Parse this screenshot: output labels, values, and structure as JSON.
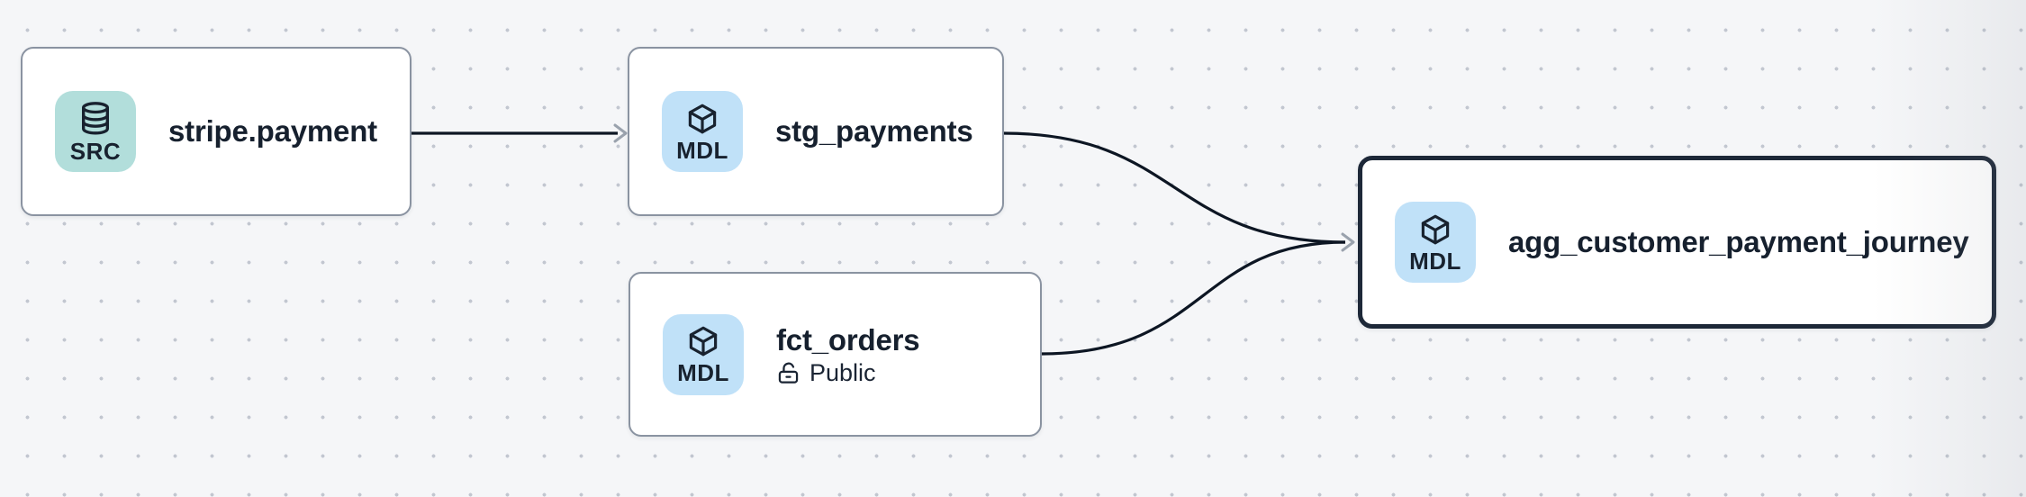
{
  "canvas": {
    "background_color": "#f5f6f8",
    "dot_color": "#c2c7d0",
    "edge_color": "#0d1623",
    "arrowhead_color": "#9aa2ad",
    "node_border_color": "#8a93a1",
    "selected_node_border_color": "#1d2838"
  },
  "nodes": [
    {
      "id": "stripe.payment",
      "title": "stripe.payment",
      "type": "source",
      "badge": {
        "label": "SRC",
        "icon": "database-icon",
        "color": "#b2dedb"
      },
      "selected": false
    },
    {
      "id": "stg_payments",
      "title": "stg_payments",
      "type": "model",
      "badge": {
        "label": "MDL",
        "icon": "cube-icon",
        "color": "#c0e1f8"
      },
      "selected": false
    },
    {
      "id": "fct_orders",
      "title": "fct_orders",
      "type": "model",
      "badge": {
        "label": "MDL",
        "icon": "cube-icon",
        "color": "#c0e1f8"
      },
      "access": {
        "icon": "unlock-icon",
        "label": "Public"
      },
      "selected": false
    },
    {
      "id": "agg_customer_payment_journey",
      "title": "agg_customer_payment_journey",
      "type": "model",
      "badge": {
        "label": "MDL",
        "icon": "cube-icon",
        "color": "#c0e1f8"
      },
      "selected": true
    }
  ],
  "edges": [
    {
      "source": "stripe.payment",
      "target": "stg_payments"
    },
    {
      "source": "stg_payments",
      "target": "agg_customer_payment_journey"
    },
    {
      "source": "fct_orders",
      "target": "agg_customer_payment_journey"
    }
  ]
}
